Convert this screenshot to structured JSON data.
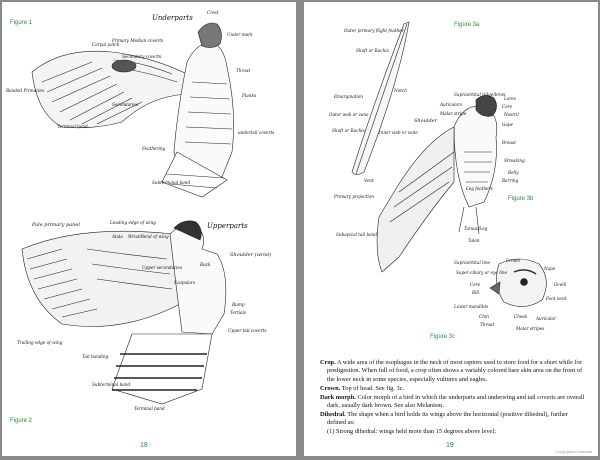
{
  "left_page": {
    "figure_top_caption": "Figure 1",
    "figure_bottom_caption": "Figure 2",
    "page_number": "18",
    "underparts": {
      "heading": "Underparts",
      "labels": {
        "crest": "Crest",
        "under_mark": "Under mark",
        "carpal_patch": "Carpal patch",
        "primary_median_coverts": "Primary Median coverts",
        "secondary_coverts": "Secondary coverts",
        "throat": "Throat",
        "banded_primaries": "Banded Primaries",
        "secondaries": "Secondaries",
        "flanks": "Flanks",
        "terminal_band": "Terminal band",
        "undertail_coverts": "undertail coverts",
        "feathering": "Feathering",
        "subterminal_band": "Subterminal band"
      }
    },
    "upperparts": {
      "heading": "Upperparts",
      "labels": {
        "pale_primary_panel": "Pale primary panel",
        "leading_edge": "Leading edge of wing",
        "alula": "Alula",
        "wrist": "Wrist/Bend of wing",
        "shoulder": "Shoulder (wrist)",
        "upper_secondaries": "Upper secondaries",
        "scapulars": "Scapulars",
        "back": "Back",
        "rump": "Rump",
        "tertials": "Tertials",
        "upper_tail_coverts": "Upper tail coverts",
        "trailing_edge": "Trailing edge of wing",
        "tail_banding": "Tail banding",
        "subterminal_band": "Subterminal band",
        "terminal_band": "Terminal band"
      }
    }
  },
  "right_page": {
    "figure_3a_caption": "Figure 3a",
    "figure_3b_caption": "Figure 3b",
    "figure_3c_caption": "Figure 3c",
    "page_number": "19",
    "copyright": "Copyrighted material",
    "feather_labels": {
      "outer_primary": "Outer primary flight feather",
      "shaft": "Shaft or Rachis",
      "emargination": "Emargination",
      "notch": "Notch",
      "outer_web": "Outer web or vane",
      "shaft2": "Shaft or Rachis",
      "inner_web": "Inner web or vane"
    },
    "bird_labels": {
      "supraorbital": "Supraorbital ridge/brow",
      "auriculars": "Auriculars",
      "lores": "Lores",
      "malar": "Malar stripe",
      "cere": "Cere",
      "nostril": "Nostril",
      "shoulder": "Shoulder",
      "gape": "Gape",
      "breast": "Breast",
      "streaking": "Streaking",
      "belly": "Belly",
      "barring": "Barring",
      "vent": "Vent",
      "leg_feathers": "Leg feathers",
      "primaries": "Primary projection",
      "tarsus": "Tarsus/Leg",
      "talon": "Talon",
      "subapical": "Subapical tail band"
    },
    "head_labels": {
      "supraorbital": "Supraorbital line",
      "crown": "Crown",
      "nape": "Nape",
      "super_ciliary": "Super-ciliary or eye line",
      "ocelli": "Ocelli",
      "cere": "Cere",
      "bill": "Bill",
      "foot_neck": "Foot neck",
      "lower_mandible": "Lower mandible",
      "chin": "Chin",
      "cheek": "Cheek",
      "throat": "Throat",
      "auricular": "Auricular",
      "malar": "Malar stripes"
    },
    "glossary": [
      {
        "term": "Crop.",
        "text": " A wide area of the esophagus in the neck of most raptors used to store food for a short while for predigestion. When full of food, a crop often shows a variably colored bare skin area on the front of the lower neck in some species, especially vultures and eagles."
      },
      {
        "term": "Crown.",
        "text": " Top of head. See fig. 3c."
      },
      {
        "term": "Dark morph.",
        "text": " Color morph of a bird in which the underparts and underwing and tail coverts are overall dark, usually dark brown. See also Melanism."
      },
      {
        "term": "Dihedral.",
        "text": " The shape when a bird holds its wings above the horizontal (positive dihedral), further defined as:"
      }
    ],
    "glossary_sub": "(1) Strong dihedral: wings held more than 15 degrees above level;"
  }
}
